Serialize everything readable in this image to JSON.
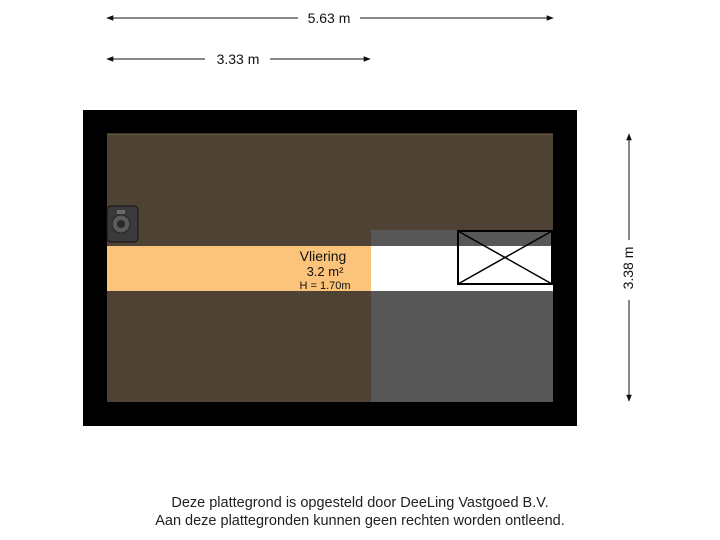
{
  "dimensions": {
    "top_total": "5.63 m",
    "top_partial": "3.33 m",
    "right_height": "3.38 m"
  },
  "room": {
    "name": "Vliering",
    "area": "3.2 m²",
    "height": "H = 1.70m"
  },
  "footer": {
    "line1": "Deze plattegrond is opgesteld door DeeLing Vastgoed B.V.",
    "line2": "Aan deze plattegronden kunnen geen rechten worden ontleend."
  },
  "colors": {
    "wall": "#000000",
    "sloped_floor": "#4d4233",
    "usable_floor": "#fcc47a",
    "void_area": "#575757",
    "stair_opening": "#ffffff"
  }
}
